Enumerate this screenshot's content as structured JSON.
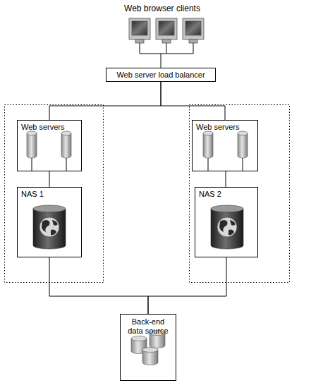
{
  "diagram": {
    "nodes": [
      {
        "text": [
          "Web server load balancer"
        ]
      },
      {
        "text": [
          "Web servers"
        ]
      },
      {
        "text": [
          "NAS 1"
        ]
      },
      {
        "text": [
          "Web servers"
        ]
      },
      {
        "text": [
          "NAS 2"
        ]
      },
      {
        "text": [
          "Back-end data source"
        ]
      }
    ],
    "edges": [
      {
        "from": 0,
        "to": 1,
        "arrow": "none"
      },
      {
        "from": 0,
        "to": 3,
        "arrow": "none"
      },
      {
        "from": 1,
        "to": 2,
        "arrow": "none"
      },
      {
        "from": 3,
        "to": 4,
        "arrow": "none"
      },
      {
        "from": 2,
        "to": 5,
        "arrow": "none"
      },
      {
        "from": 4,
        "to": 5,
        "arrow": "none"
      }
    ],
    "labels": [
      "Web browser clients"
    ]
  }
}
